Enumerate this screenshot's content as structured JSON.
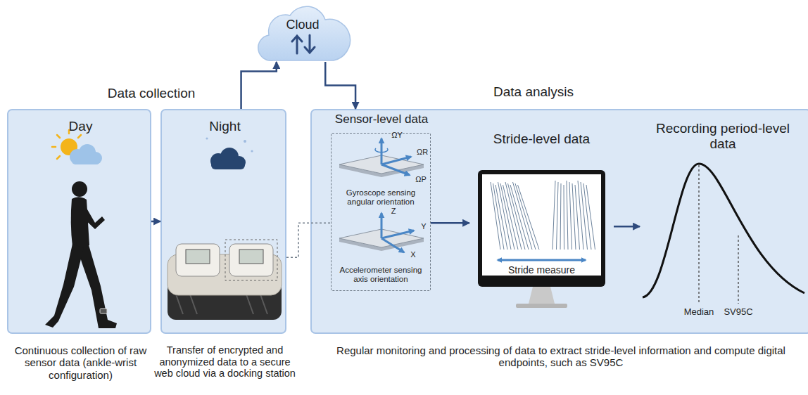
{
  "diagram": {
    "nodes": [
      {
        "text": [
          "Day",
          "Continuous collection of raw sensor data (ankle-wrist configuration)"
        ]
      },
      {
        "text": [
          "Night",
          "Transfer of encrypted and anonymized data to a secure web cloud via a docking station"
        ]
      },
      {
        "text": [
          "Cloud"
        ]
      },
      {
        "text": [
          "Data analysis",
          "Regular monitoring and processing of data to extract stride-level information and compute digital endpoints, such as SV95C"
        ]
      },
      {
        "text": [
          "Sensor-level data",
          "Gyroscope sensing angular orientation",
          "Accelerometer sensing axis orientation"
        ],
        "in": 3
      },
      {
        "text": [
          "Stride-level data"
        ],
        "in": 3
      },
      {
        "text": [
          "Recording period-level data"
        ],
        "in": 3
      }
    ],
    "edges": [
      {
        "from": 0,
        "to": 1,
        "arrow": "to"
      },
      {
        "from": 1,
        "to": 2,
        "arrow": "to"
      },
      {
        "from": 2,
        "to": 3,
        "arrow": "to"
      },
      {
        "from": 4,
        "to": 5,
        "arrow": "to"
      },
      {
        "from": 5,
        "to": 6,
        "arrow": "to"
      },
      {
        "from": 1,
        "to": 4,
        "arrow": "none"
      }
    ],
    "labels": [
      "Data collection",
      "ΩY",
      "ΩR",
      "ΩP",
      "Z",
      "Y",
      "X",
      "Stride measure",
      "Median",
      "SV95C"
    ]
  }
}
